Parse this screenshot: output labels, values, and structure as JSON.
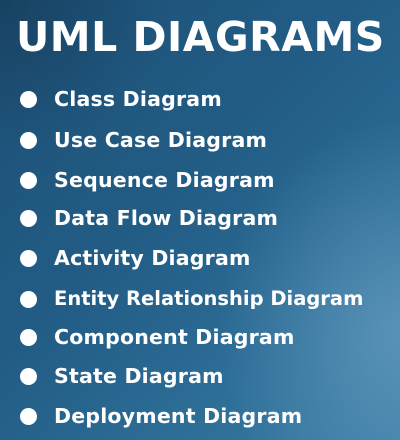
{
  "title": "UML DIAGRAMS",
  "items": [
    {
      "label": "Class Diagram"
    },
    {
      "label": "Use Case Diagram"
    },
    {
      "label": "Sequence Diagram"
    },
    {
      "label": "Data Flow Diagram"
    },
    {
      "label": "Activity Diagram"
    },
    {
      "label": "Entity Relationship Diagram"
    },
    {
      "label": "Component Diagram"
    },
    {
      "label": "State Diagram"
    },
    {
      "label": "Deployment Diagram"
    }
  ],
  "colors": {
    "background_dark": "#1d4f74",
    "background_light": "#3b7ca4",
    "text": "#ffffff",
    "bullet": "#ffffff"
  },
  "icons": {
    "bullet": "filled-circle-bullet-icon"
  }
}
